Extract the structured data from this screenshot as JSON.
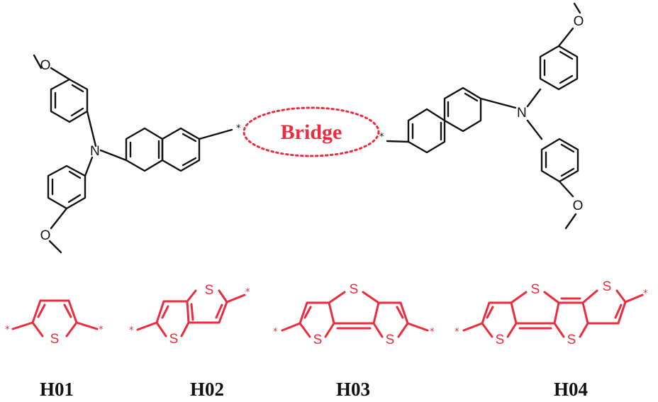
{
  "figure": {
    "bridge_label": "Bridge",
    "atoms": {
      "nitrogen": "N",
      "oxygen": "O",
      "sulfur": "S",
      "attachment": "*"
    },
    "colors": {
      "core": "#111111",
      "bridge": "#ee2a3c"
    },
    "bridges": [
      {
        "id": "H01",
        "label": "H01"
      },
      {
        "id": "H02",
        "label": "H02"
      },
      {
        "id": "H03",
        "label": "H03"
      },
      {
        "id": "H04",
        "label": "H04"
      }
    ]
  }
}
